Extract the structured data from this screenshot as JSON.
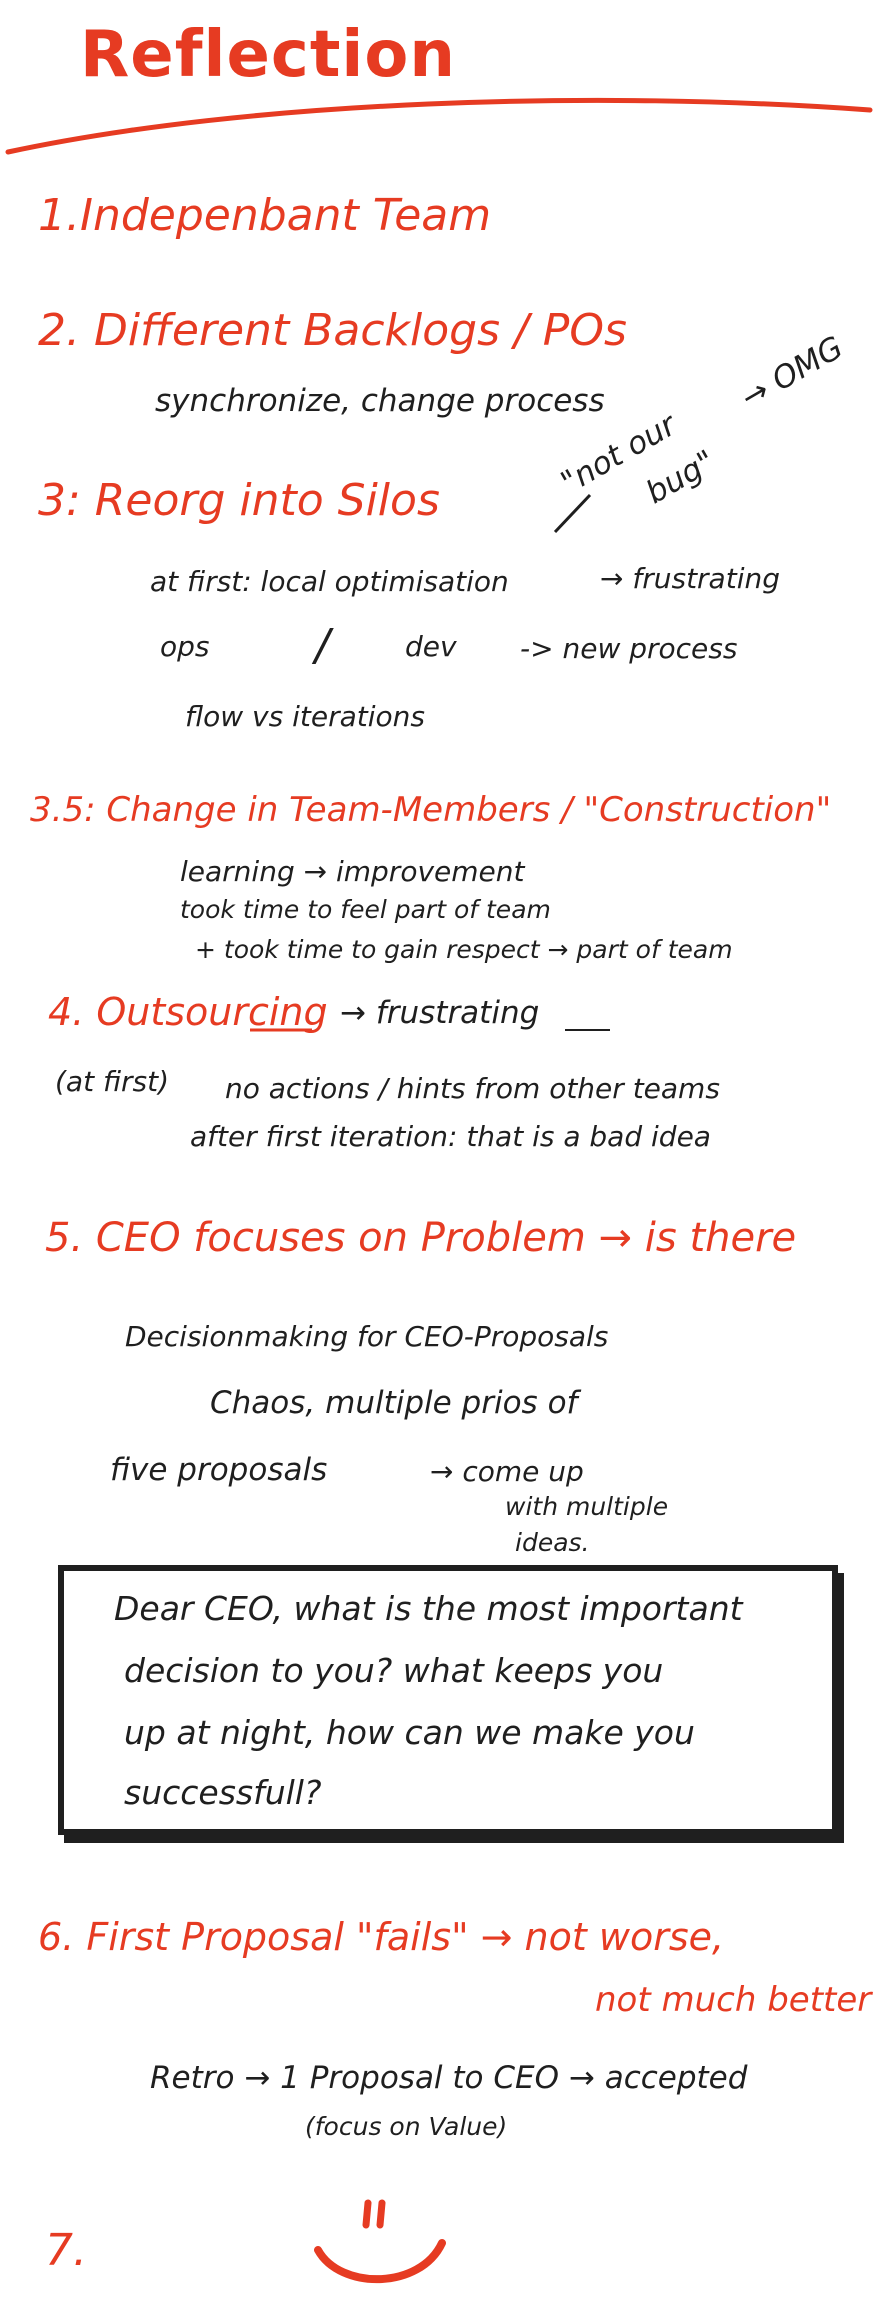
{
  "title": "Reflection",
  "colors": {
    "red": "#e63b22",
    "ink": "#1f1f1f"
  },
  "items": [
    {
      "heading": "1.Indepenbant Team"
    },
    {
      "heading": "2. Different Backlogs / POs",
      "lines": [
        "synchronize, change process"
      ]
    },
    {
      "heading": "3: Reorg into Silos",
      "aside": [
        "\"not our",
        "bug\"",
        "→ OMG"
      ],
      "lines": [
        "at first: local optimisation",
        "→ frustrating",
        "ops",
        "/",
        "dev",
        "-> new process",
        "flow vs iterations"
      ]
    },
    {
      "heading": "3.5: Change in Team-Members / \"Construction\"",
      "lines": [
        "learning → improvement",
        "took time to feel part of team",
        "+ took time to gain respect → part of team"
      ]
    },
    {
      "heading": "4. Outsourcing",
      "heading_suffix": "→ frustrating",
      "lines": [
        "(at first)",
        "no actions / hints from other teams",
        "after first iteration: that is a bad idea"
      ]
    },
    {
      "heading": "5. CEO focuses on Problem → is there",
      "lines": [
        "Decisionmaking for CEO-Proposals",
        "Chaos, multiple prios of",
        "five proposals",
        "→ come up",
        "with multiple",
        "ideas."
      ],
      "callout": [
        "Dear CEO, what is the most important",
        "decision to you? what keeps you",
        "up at night, how can we make you",
        "successfull?"
      ]
    },
    {
      "heading": "6. First Proposal \"fails\" → not worse,",
      "heading_line2": "not much better",
      "lines": [
        "Retro → 1 Proposal to CEO → accepted",
        "(focus on Value)"
      ]
    },
    {
      "heading": "7."
    }
  ]
}
